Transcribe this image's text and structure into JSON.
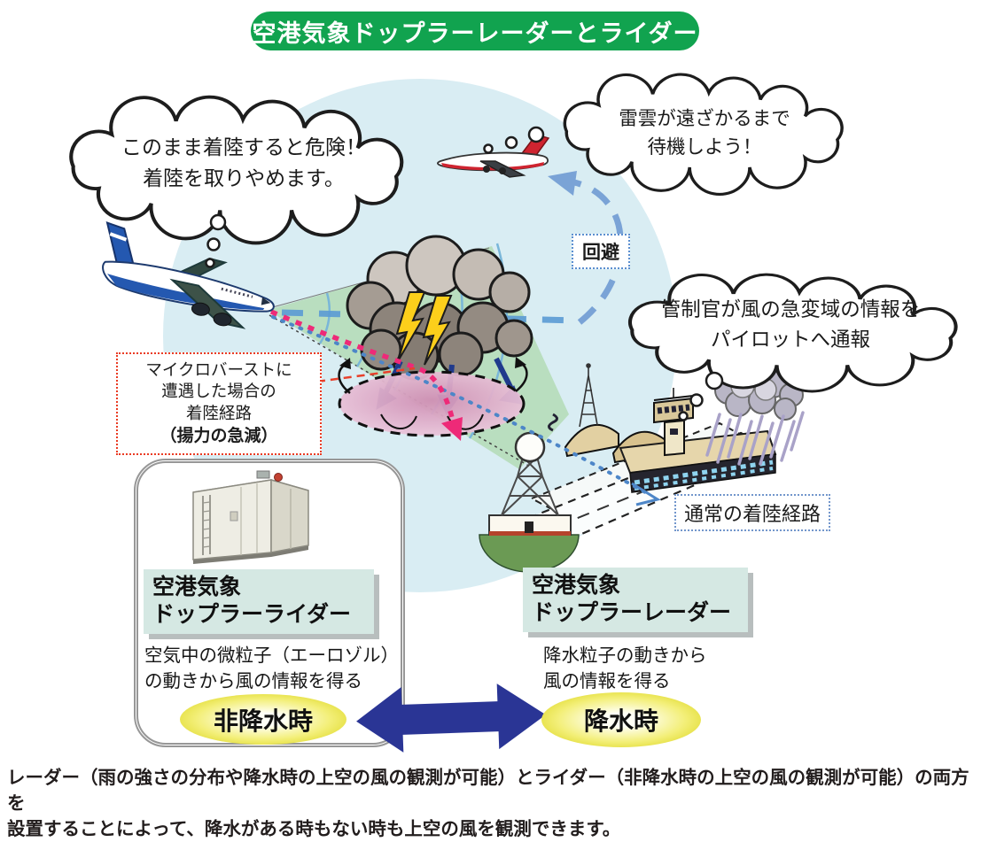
{
  "title": "空港気象ドップラーレーダーとライダー",
  "speech_bubbles": {
    "landing_abort": {
      "line1": "このまま着陸すると危険！",
      "line2": "着陸を取りやめます。"
    },
    "wait_out": {
      "line1": "雷雲が遠ざかるまで",
      "line2": "待機しよう！"
    },
    "controller_report": {
      "line1": "管制官が風の急変域の情報を",
      "line2": "パイロットへ通報"
    }
  },
  "path_labels": {
    "avoid": "回避",
    "normal_landing": "通常の着陸経路",
    "microburst_note": {
      "line1": "マイクロバーストに",
      "line2": "遭遇した場合の",
      "line3": "着陸経路",
      "line4": "（揚力の急減）"
    }
  },
  "lidar_panel": {
    "name_line1": "空港気象",
    "name_line2": "ドップラーライダー",
    "desc_line1": "空気中の微粒子（エーロゾル）",
    "desc_line2": "の動きから風の情報を得る",
    "condition": "非降水時"
  },
  "radar_panel": {
    "name_line1": "空港気象",
    "name_line2": "ドップラーレーダー",
    "desc_line1": "降水粒子の動きから",
    "desc_line2": "風の情報を得る",
    "condition": "降水時"
  },
  "caption": {
    "line1": "レーダー（雨の強さの分布や降水時の上空の風の観測が可能）とライダー（非降水時の上空の風の観測が可能）の両方を",
    "line2": "設置することによって、降水がある時もない時も上空の風を観測できます。"
  },
  "colors": {
    "banner_green": "#11a34f",
    "sky_circle": "#d9edf3",
    "beam_green": "#b3dbb5",
    "microburst_pink": "#d898bc",
    "path_pink": "#ee2a78",
    "path_blue": "#4d86c8",
    "avoid_dash_blue": "#7aa3d6",
    "double_arrow_navy": "#2a3595",
    "badge_yellow": "#f3ef79",
    "header_teal": "#d5e8e3",
    "lightning_yellow": "#fccf1b"
  }
}
